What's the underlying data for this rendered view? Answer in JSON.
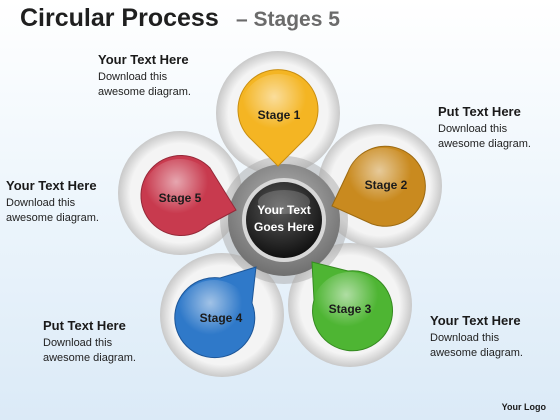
{
  "title": {
    "main": "Circular Process",
    "sub": "– Stages 5"
  },
  "center": {
    "line1": "Your Text",
    "line2": "Goes Here"
  },
  "stages": [
    {
      "label": "Stage 1",
      "color": "#f4b523"
    },
    {
      "label": "Stage 2",
      "color": "#c98a1f"
    },
    {
      "label": "Stage 3",
      "color": "#4eb533"
    },
    {
      "label": "Stage 4",
      "color": "#2f79c9"
    },
    {
      "label": "Stage 5",
      "color": "#c83a4e"
    }
  ],
  "text_blocks": {
    "top_left": {
      "heading": "Your Text Here",
      "line1": "Download this",
      "line2": "awesome diagram."
    },
    "top_right": {
      "heading": "Put Text Here",
      "line1": "Download this",
      "line2": "awesome diagram."
    },
    "middle_left": {
      "heading": "Your Text Here",
      "line1": "Download this",
      "line2": "awesome diagram."
    },
    "bottom_left": {
      "heading": "Put Text Here",
      "line1": "Download this",
      "line2": "awesome diagram."
    },
    "bottom_right": {
      "heading": "Your Text Here",
      "line1": "Download this",
      "line2": "awesome diagram."
    }
  },
  "logo": "Your Logo"
}
